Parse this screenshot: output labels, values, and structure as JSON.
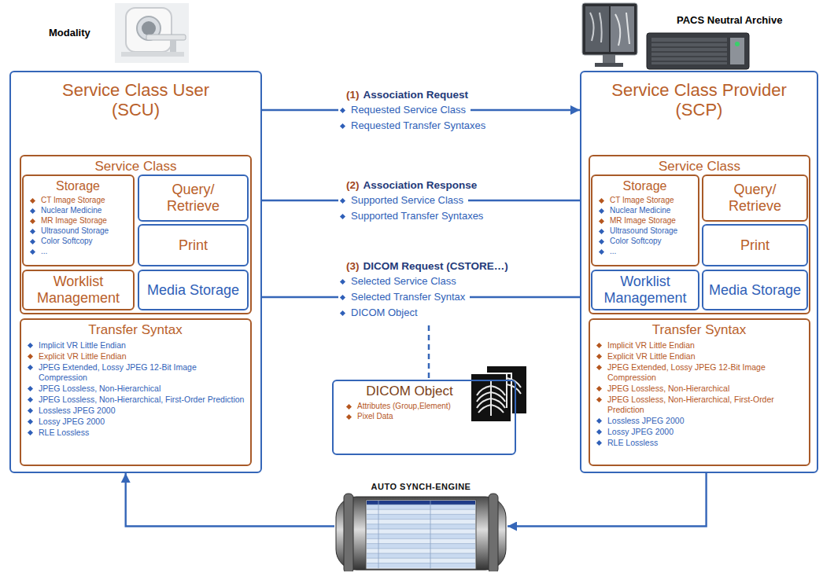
{
  "diagram": {
    "nodes": [
      {
        "text": [
          "Service Class User (SCU)"
        ]
      },
      {
        "text": [
          "Service Class"
        ],
        "in": 0
      },
      {
        "text": [
          "Storage",
          "CT Image Storage",
          "Nuclear Medicine",
          "MR Image Storage",
          "Ultrasound Storage",
          "Color Softcopy",
          "..."
        ],
        "in": 1
      },
      {
        "text": [
          "Query/ Retrieve"
        ],
        "in": 1
      },
      {
        "text": [
          "Print"
        ],
        "in": 1
      },
      {
        "text": [
          "Worklist Management"
        ],
        "in": 1
      },
      {
        "text": [
          "Media Storage"
        ],
        "in": 1
      },
      {
        "text": [
          "Transfer Syntax",
          "Implicit VR Little Endian",
          "Explicit VR Little Endian",
          "JPEG Extended, Lossy JPEG 12-Bit Image Compression",
          "JPEG Lossless, Non-Hierarchical",
          "JPEG Lossless, Non-Hierarchical, First-Order Prediction",
          "Lossless JPEG 2000",
          "Lossy JPEG 2000",
          "RLE Lossless"
        ],
        "in": 0
      },
      {
        "text": [
          "Service Class Provider (SCP)"
        ]
      },
      {
        "text": [
          "Service Class"
        ],
        "in": 8
      },
      {
        "text": [
          "Storage",
          "CT Image Storage",
          "Nuclear Medicine",
          "MR Image Storage",
          "Ultrasound Storage",
          "Color Softcopy",
          "..."
        ],
        "in": 9
      },
      {
        "text": [
          "Query/ Retrieve"
        ],
        "in": 9
      },
      {
        "text": [
          "Print"
        ],
        "in": 9
      },
      {
        "text": [
          "Worklist Management"
        ],
        "in": 9
      },
      {
        "text": [
          "Media Storage"
        ],
        "in": 9
      },
      {
        "text": [
          "Transfer Syntax",
          "Implicit VR Little Endian",
          "Explicit VR Little Endian",
          "JPEG Extended, Lossy JPEG 12-Bit Image Compression",
          "JPEG Lossless, Non-Hierarchical",
          "JPEG Lossless, Non-Hierarchical, First-Order Prediction",
          "Lossless JPEG 2000",
          "Lossy JPEG 2000",
          "RLE Lossless"
        ],
        "in": 8
      },
      {
        "text": [
          "DICOM Object",
          "Attributes (Group,Element)",
          "Pixel Data"
        ]
      },
      {
        "text": [
          "AUTO SYNCH-ENGINE"
        ]
      }
    ],
    "edges": [
      {
        "from": 0,
        "to": 8,
        "arrow": "to",
        "label": "Association Request"
      },
      {
        "from": 0,
        "to": 8,
        "arrow": "none",
        "label": "Association Response"
      },
      {
        "from": 0,
        "to": 8,
        "arrow": "none",
        "label": "DICOM Request (CSTORE…)"
      },
      {
        "from": 8,
        "to": 17,
        "arrow": "to"
      },
      {
        "from": 17,
        "to": 0,
        "arrow": "to"
      }
    ],
    "labels": [
      "Modality",
      "PACS Neutral Archive",
      "(1)",
      "Requested Service Class",
      "Requested Transfer Syntaxes",
      "(2)",
      "Supported Service Class",
      "Supported Transfer Syntaxes",
      "(3)",
      "Selected Service Class",
      "Selected Transfer Syntax",
      "DICOM Object"
    ]
  }
}
